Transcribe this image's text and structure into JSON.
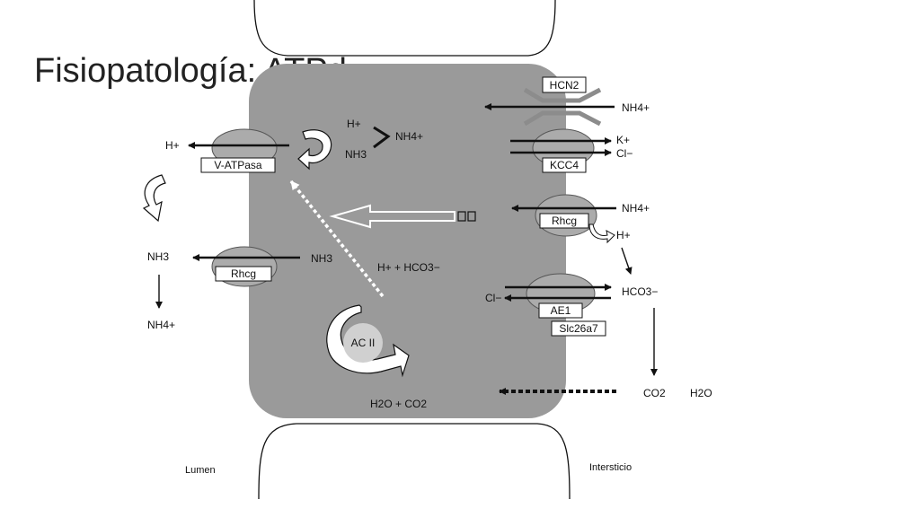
{
  "slide": {
    "title": "Fisiopatología: ATPd"
  },
  "diagram": {
    "boxes": {
      "v_atpasa": "V-ATPasa",
      "rhcg_left": "Rhcg",
      "hcn2": "HCN2",
      "kcc4": "KCC4",
      "rhcg_right": "Rhcg",
      "ae1": "AE1",
      "slc26a7": "Slc26a7",
      "ac2": "AC II"
    },
    "labels": {
      "lumen_h": "H+",
      "lumen_nh3": "NH3",
      "lumen_nh4": "NH4+",
      "cell_h": "H+",
      "cell_nh3_top": "NH3",
      "cell_nh4": "NH4+",
      "cell_nh3_mid": "NH3",
      "cell_h_hco3": "H+ + HCO3−",
      "cell_h2o_co2": "H2O + CO2",
      "int_nh4_top": "NH4+",
      "int_k": "K+",
      "int_cl": "Cl−",
      "int_nh4_mid": "NH4+",
      "int_h": "H+",
      "int_hco3": "HCO3−",
      "int_cl_left": "Cl−",
      "int_co2": "CO2",
      "int_h2o": "H2O",
      "lumen": "Lumen",
      "intersticio": "Intersticio"
    },
    "colors": {
      "cell": "#9a9a9a",
      "ellipse": "#ababab",
      "line": "#111111",
      "hcn2": "#8c8c8c"
    }
  }
}
